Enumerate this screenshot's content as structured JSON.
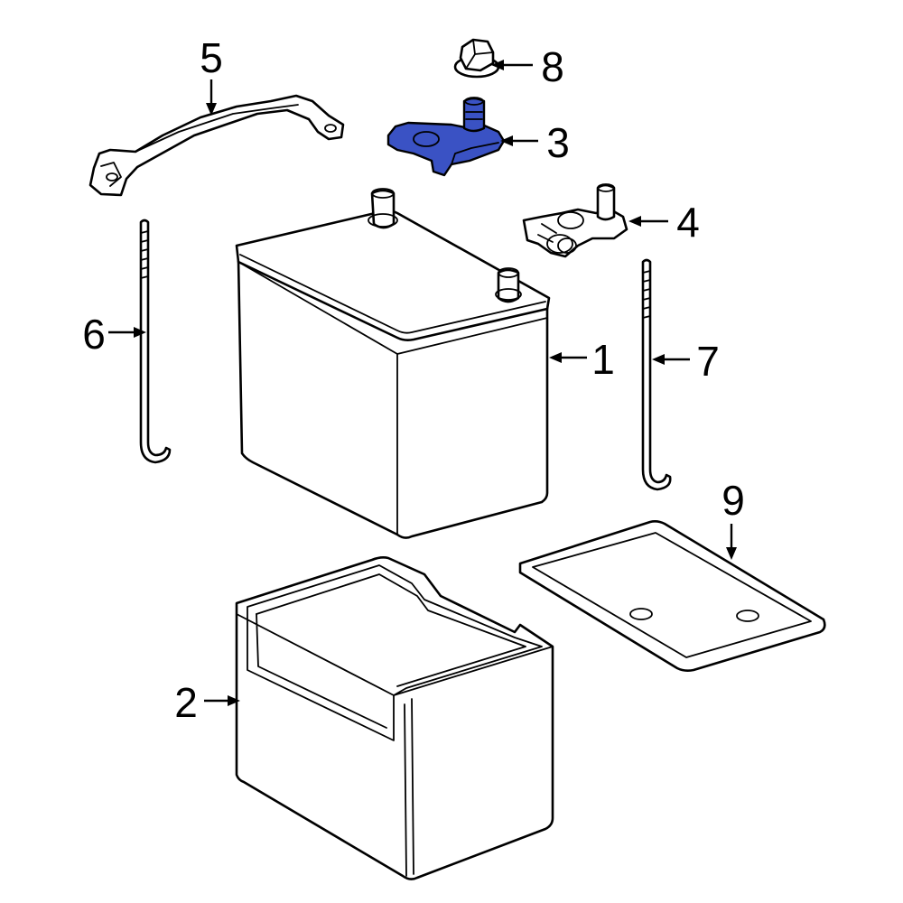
{
  "diagram": {
    "highlight_color": "#3a52c4",
    "highlighted_part": "3",
    "callouts": {
      "c1": "1",
      "c2": "2",
      "c3": "3",
      "c4": "4",
      "c5": "5",
      "c6": "6",
      "c7": "7",
      "c8": "8",
      "c9": "9"
    }
  }
}
